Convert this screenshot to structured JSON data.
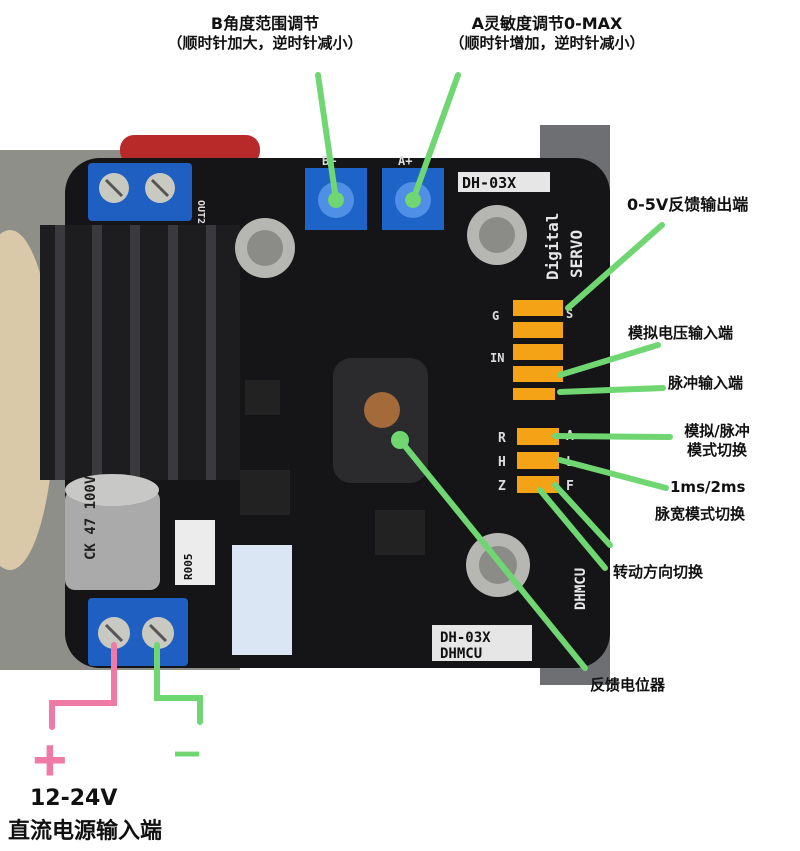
{
  "annotations": {
    "b_range": {
      "line1": "B角度范围调节",
      "line2": "（顺时针加大，逆时针减小）"
    },
    "a_sensitivity": {
      "line1": "A灵敏度调节0-MAX",
      "line2": "（顺时针增加，逆时针减小）"
    },
    "feedback_out": "0-5V反馈输出端",
    "analog_input": "模拟电压输入端",
    "pulse_input": "脉冲输入端",
    "mode_switch": {
      "line1": "模拟/脉冲",
      "line2": "模式切换"
    },
    "pulse_width": {
      "line1": "1ms/2ms",
      "line2": "脉宽模式切换"
    },
    "direction": "转动方向切换",
    "feedback_pot": "反馈电位器",
    "power": {
      "voltage": "12-24V",
      "label": "直流电源输入端"
    }
  },
  "board": {
    "silk_model_top": "DH-03X",
    "silk_digital": "Digital",
    "silk_servo": "SERVO",
    "silk_model_bottom": "DH-03X",
    "silk_brand": "DHMCU",
    "silk_brand_side": "DHMCU",
    "out_label": "OUT2",
    "cap_label": "CK\n47\n100V",
    "resistor_label": "R005",
    "pot_b_label": "B+",
    "pot_a_label": "A+",
    "pin_g": "G",
    "pin_s": "S",
    "pin_in": "IN",
    "jumper_r": "R",
    "jumper_a": "A",
    "jumper_h": "H",
    "jumper_l": "L",
    "jumper_z": "Z",
    "jumper_f": "F"
  },
  "symbols": {
    "plus": "+",
    "minus": "—"
  },
  "colors": {
    "leader": "#6fd672",
    "pink": "#ef7aa6",
    "pcb": "#151517",
    "heatsink": "#1d1d20",
    "potblue": "#1e64c8",
    "jumper": "#f5a316"
  }
}
